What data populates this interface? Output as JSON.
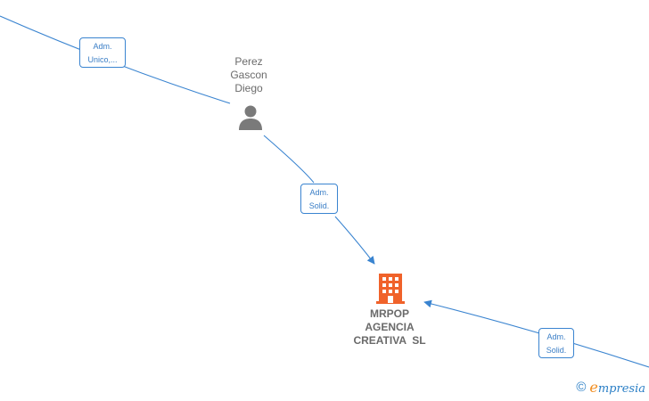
{
  "person": {
    "name_lines": [
      "Perez",
      "Gascon",
      "Diego"
    ],
    "icon": "person-icon"
  },
  "company": {
    "name_lines": [
      "MRPOP",
      "AGENCIA",
      "CREATIVA  SL"
    ],
    "icon": "building-icon",
    "color": "#f0622a"
  },
  "edges": [
    {
      "label_lines": [
        "Adm.",
        "Unico,..."
      ]
    },
    {
      "label_lines": [
        "Adm.",
        "Solid."
      ]
    },
    {
      "label_lines": [
        "Adm.",
        "Solid."
      ]
    }
  ],
  "brand": {
    "copyright": "©",
    "initial": "e",
    "rest": "mpresia"
  },
  "colors": {
    "edge": "#3a84d0",
    "person_icon": "#7a7a7a"
  }
}
